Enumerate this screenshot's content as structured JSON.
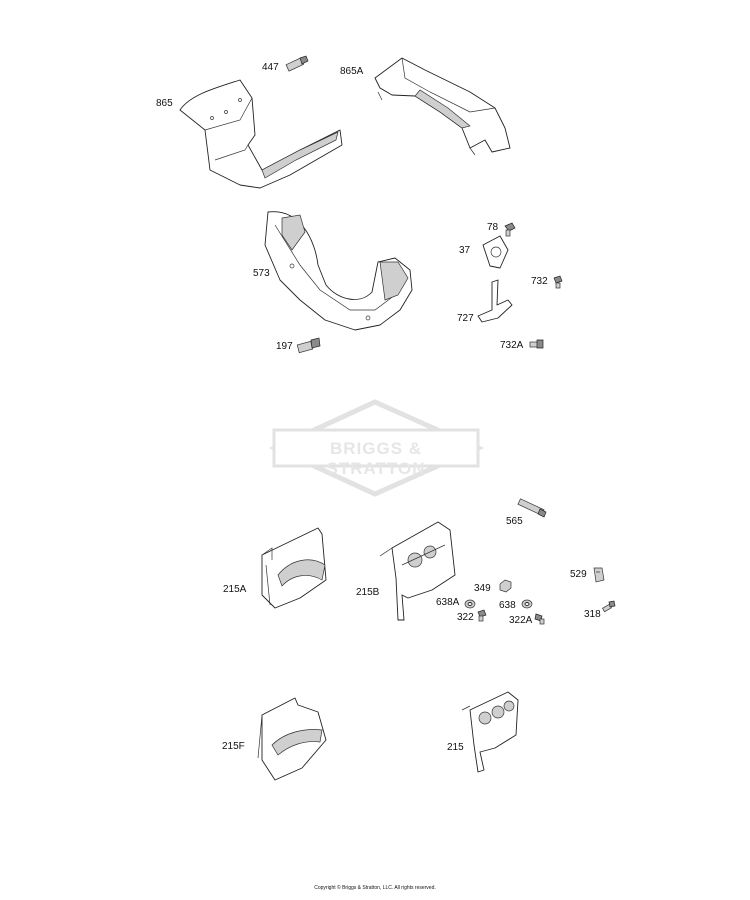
{
  "labels": {
    "l447": "447",
    "l865A": "865A",
    "l865": "865",
    "l78": "78",
    "l37": "37",
    "l573": "573",
    "l732": "732",
    "l727": "727",
    "l197": "197",
    "l732A": "732A",
    "l565": "565",
    "l529": "529",
    "l215A": "215A",
    "l215B": "215B",
    "l349": "349",
    "l638A": "638A",
    "l638": "638",
    "l318": "318",
    "l322": "322",
    "l322A": "322A",
    "l215F": "215F",
    "l215": "215"
  },
  "watermark": {
    "text": "BRIGGS & STRATTON"
  },
  "copyright": "Copyright © Briggs & Stratton, LLC. All rights reserved."
}
